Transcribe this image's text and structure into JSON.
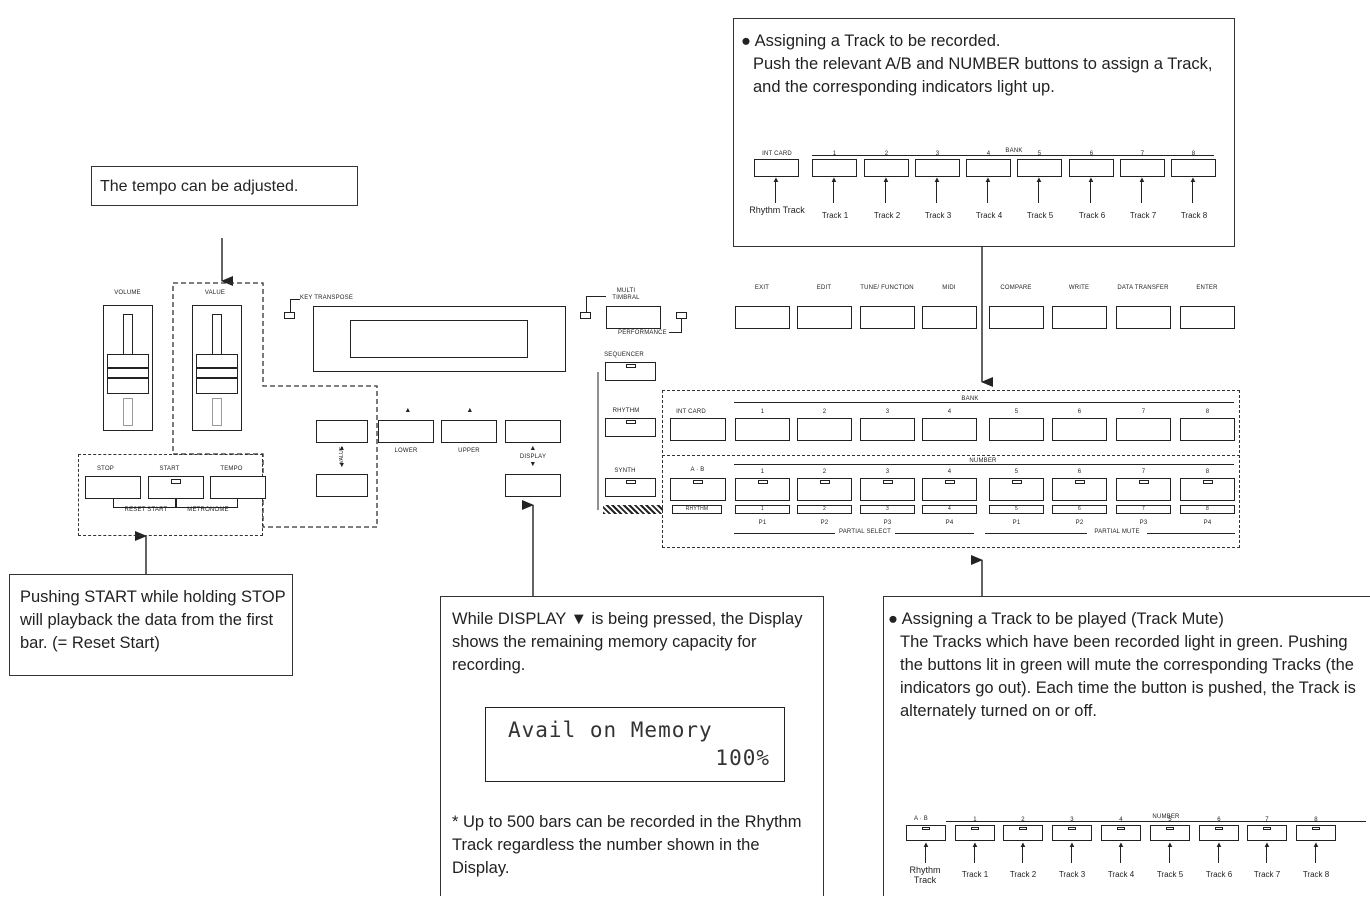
{
  "callouts": {
    "tempo": "The tempo can be adjusted.",
    "reset_start": "Pushing START while holding STOP will playback the data from the first bar. (= Reset Start)",
    "display": "While DISPLAY ▼ is being pressed, the Display shows the remaining memory capacity for recording.",
    "lcd_line1": "Avail on Memory",
    "lcd_line2": "100%",
    "footnote": "* Up to 500 bars can be recorded in the Rhythm Track regardless the number shown in the Display.",
    "record_title": "Assigning a Track to be recorded.",
    "record_body": "Push the relevant A/B and NUMBER buttons to assign a Track, and the corresponding indicators light up.",
    "play_title": "Assigning a Track to be played (Track Mute)",
    "play_body": "The Tracks which have been recorded light in green. Pushing the buttons lit in green will mute the corresponding Tracks (the indicators go out). Each time the button is pushed, the Track is alternately turned on or off."
  },
  "panel": {
    "volume": "VOLUME",
    "value": "VALUE",
    "key_transpose": "KEY TRANSPOSE",
    "stop": "STOP",
    "start": "START",
    "tempo": "TEMPO",
    "reset_start": "RESET START",
    "metronome": "METRONOME",
    "value_btn": "VALUE",
    "lower": "LOWER",
    "upper": "UPPER",
    "display_btn": "DISPLAY",
    "multi_timbral": "MULTI TIMBRAL",
    "performance": "PERFORMANCE",
    "sequencer": "SEQUENCER",
    "rhythm": "RHYTHM",
    "synth": "SYNTH",
    "func_buttons": [
      "EXIT",
      "EDIT",
      "TUNE/ FUNCTION",
      "MIDI",
      "COMPARE",
      "WRITE",
      "DATA TRANSFER",
      "ENTER"
    ],
    "int_card": "INT CARD",
    "bank": "BANK",
    "number": "NUMBER",
    "ab": "A · B",
    "rhythm_small": "RHYTHM",
    "bank_nums": [
      "1",
      "2",
      "3",
      "4",
      "5",
      "6",
      "7",
      "8"
    ],
    "partial_labels": [
      "P1",
      "P2",
      "P3",
      "P4",
      "P1",
      "P2",
      "P3",
      "P4"
    ],
    "partial_select": "PARTIAL SELECT",
    "partial_mute": "PARTIAL MUTE"
  },
  "tracks": {
    "rhythm_track": "Rhythm Track",
    "labels": [
      "Track 1",
      "Track 2",
      "Track 3",
      "Track 4",
      "Track 5",
      "Track 6",
      "Track 7",
      "Track 8"
    ],
    "top_first_label": "INT CARD",
    "top_header": "BANK",
    "bottom_first_label": "A · B",
    "bottom_header": "NUMBER"
  }
}
